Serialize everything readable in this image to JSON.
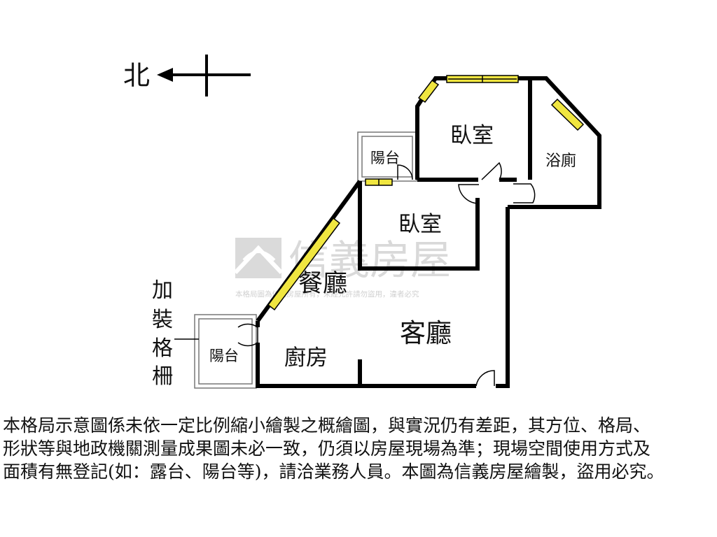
{
  "compass": {
    "label": "北"
  },
  "rooms": {
    "bedroom_north": "臥室",
    "bedroom_middle": "臥室",
    "bathroom": "浴廁",
    "balcony_top": "陽台",
    "balcony_bottom": "陽台",
    "dining": "餐廳",
    "living": "客廳",
    "kitchen": "廚房"
  },
  "annotation": {
    "chars": [
      "加",
      "裝",
      "格",
      "柵"
    ]
  },
  "watermark": {
    "brand": "信義房屋",
    "notice": "本格局圖為信義房屋所有，未經允許請勿盜用，違者必究"
  },
  "disclaimer": {
    "lines": [
      "本格局示意圖係未依一定比例縮小繪製之概繪圖，與實況仍有差距，其方位、格局、",
      "形狀等與地政機關測量成果圖未必一致，仍須以房屋現場為準；現場空間使用方式及",
      "面積有無登記(如：露台、陽台等)，請洽業務人員。本圖為信義房屋繪製，盜用必究。"
    ]
  },
  "colors": {
    "wall": "#000000",
    "window": "#f0e640",
    "watermark": "#c8c8c8",
    "thin_line": "#777777"
  },
  "icons": [
    "north-arrow-icon",
    "house-logo-icon",
    "door-swing-icon"
  ]
}
